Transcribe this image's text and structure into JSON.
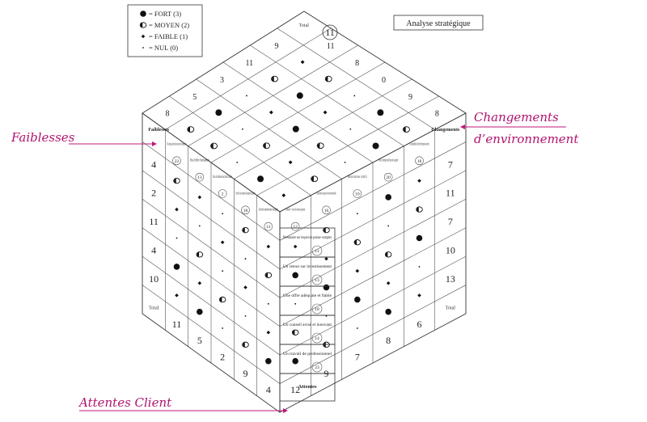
{
  "legend": {
    "items": [
      {
        "symbol": "full",
        "label": "= FORT (3)"
      },
      {
        "symbol": "half",
        "label": "= MOYEN  (2)"
      },
      {
        "symbol": "diamond",
        "label": "= FAIBLE (1)"
      },
      {
        "symbol": "dot",
        "label": "= NUL (0)"
      }
    ]
  },
  "title": "Analyse stratégique",
  "annotations": {
    "faiblesses": "Faiblesses",
    "changements_1": "Changements",
    "changements_2": "d’environnement",
    "attentes": "Attentes Client"
  },
  "accent_color": "#c2187a",
  "top_face": {
    "total_label": "Total",
    "column_totals": [
      "9",
      "11",
      "3",
      "5",
      "8"
    ],
    "row_totals": [
      "11",
      "8",
      "0",
      "9",
      "8"
    ],
    "circled_total": "11"
  },
  "left_face": {
    "header": "Faiblesses",
    "items": [
      {
        "label": "Pas de ges-tion des res-sources humaines",
        "score": "22"
      },
      {
        "label": "Pas d'offre formalisée",
        "score": "13"
      },
      {
        "label": "Pas de tableau de bord sociale",
        "score": "2"
      },
      {
        "label": "Pas de Sys-tème Assurance Qualité",
        "score": "18"
      },
      {
        "label": "Activité commerciale non gérée",
        "score": "12"
      }
    ],
    "row_totals": [
      "4",
      "2",
      "11",
      "4",
      "10"
    ],
    "total_label": "Total",
    "bottom_totals": [
      "11",
      "5",
      "2",
      "9",
      "4"
    ]
  },
  "right_face": {
    "header": "Changements",
    "items": [
      {
        "label": "La rentabili-té doit être pré-servée",
        "score": "18"
      },
      {
        "label": "Tout le monde prend faite de la qualité",
        "score": "20"
      },
      {
        "label": "Réduc-tion coûts de base = priorité (11)",
        "score": "10"
      },
      {
        "label": "La maîtrise des risques de-vient incontournable",
        "score": "16"
      },
      {
        "label": "Conseil => plus de valeur ajoutée",
        "score": "12"
      }
    ],
    "row_totals": [
      "7",
      "11",
      "7",
      "10",
      "13"
    ],
    "total_label": "Total",
    "bottom_totals": [
      "12",
      "9",
      "7",
      "8",
      "6"
    ]
  },
  "client_expectations": {
    "items": [
      {
        "label": "Prestataire sur lequel on puisse compter",
        "score": "11"
      },
      {
        "label": "Un retour sur investissement",
        "score": "13"
      },
      {
        "label": "Une offre adéquate et fiable",
        "score": "18"
      },
      {
        "label": "Un conseil avisé et innovant",
        "score": "14"
      },
      {
        "label": "Un travail de professionnel",
        "score": "23"
      }
    ],
    "footer": "Attentes"
  },
  "top_grid": [
    [
      "diamond",
      "half",
      "dot",
      "full",
      "half"
    ],
    [
      "half",
      "full",
      "diamond",
      "dot",
      "full"
    ],
    [
      "dot",
      "diamond",
      "full",
      "half",
      "dot"
    ],
    [
      "full",
      "dot",
      "half",
      "diamond",
      "half"
    ],
    [
      "half",
      "half",
      "dot",
      "full",
      "diamond"
    ]
  ],
  "left_grid": [
    [
      "diamond",
      "dot",
      "half",
      "diamond",
      "dot"
    ],
    [
      "half",
      "diamond",
      "dot",
      "half",
      "diamond"
    ],
    [
      "diamond",
      "dot",
      "diamond",
      "dot",
      "half"
    ],
    [
      "dot",
      "half",
      "dot",
      "diamond",
      "dot"
    ],
    [
      "full",
      "diamond",
      "half",
      "dot",
      "diamond"
    ],
    [
      "diamond",
      "full",
      "dot",
      "half",
      "full"
    ],
    [
      "half",
      "dot",
      "full",
      "diamond",
      "dot"
    ]
  ],
  "right_grid": [
    [
      "half",
      "dot",
      "full",
      "diamond",
      "dot"
    ],
    [
      "diamond",
      "half",
      "dot",
      "full",
      "diamond"
    ],
    [
      "full",
      "diamond",
      "half",
      "dot",
      "half"
    ],
    [
      "dot",
      "full",
      "diamond",
      "half",
      "full"
    ],
    [
      "half",
      "dot",
      "full",
      "diamond",
      "dot"
    ],
    [
      "full",
      "half",
      "dot",
      "full",
      "diamond"
    ],
    [
      "dot",
      "full",
      "half",
      "diamond",
      "half"
    ]
  ]
}
